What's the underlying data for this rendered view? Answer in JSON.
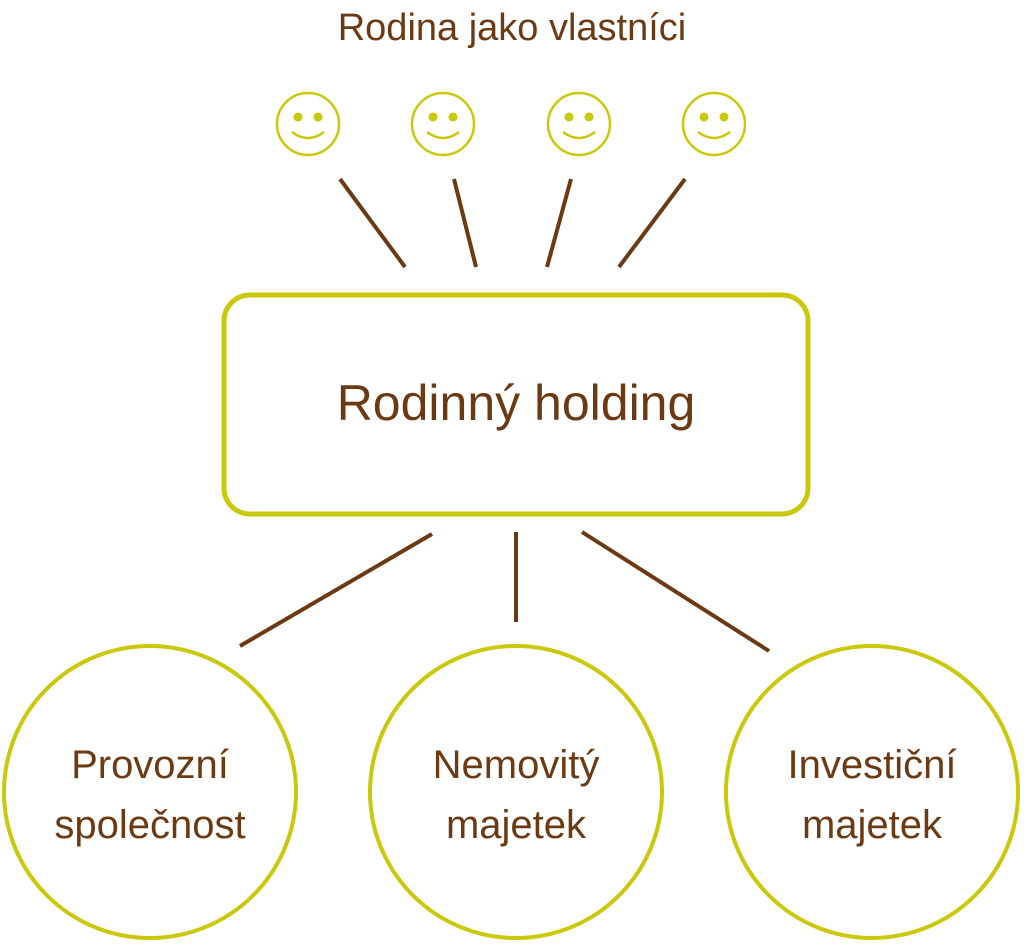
{
  "title": "Rodina jako vlastníci",
  "colors": {
    "accent": "#c9c80a",
    "text": "#6b3a12",
    "connector": "#6b3a12"
  },
  "owners": [
    {
      "icon": "smiley-icon"
    },
    {
      "icon": "smiley-icon"
    },
    {
      "icon": "smiley-icon"
    },
    {
      "icon": "smiley-icon"
    }
  ],
  "holding": {
    "label": "Rodinný holding"
  },
  "subsidiaries": [
    {
      "line1": "Provozní",
      "line2": "společnost"
    },
    {
      "line1": "Nemovitý",
      "line2": "majetek"
    },
    {
      "line1": "Investiční",
      "line2": "majetek"
    }
  ]
}
